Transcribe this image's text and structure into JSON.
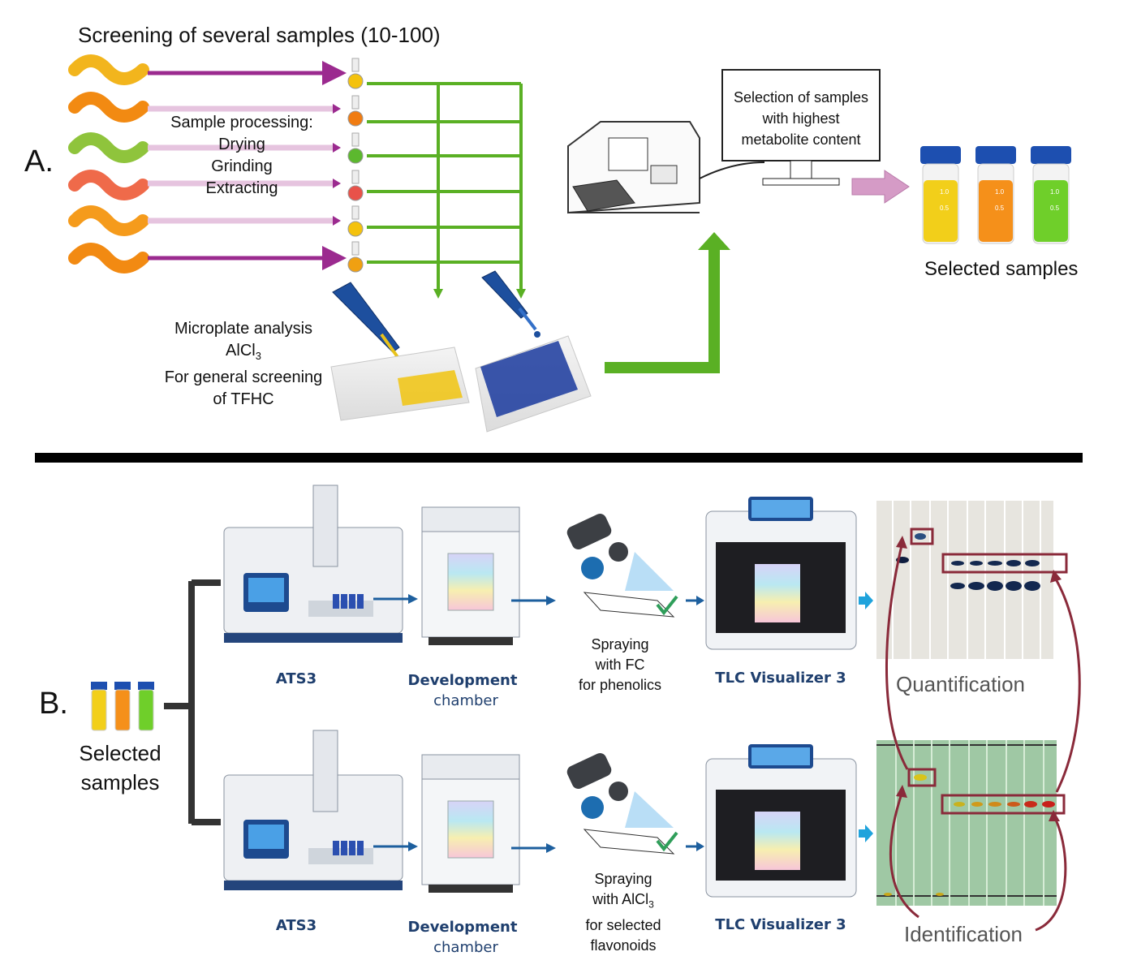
{
  "panelA": {
    "letter": "A.",
    "title": "Screening of several samples (10-100)",
    "processing": [
      "Sample processing:",
      "Drying",
      "Grinding",
      "Extracting"
    ],
    "microplate": {
      "line1": "Microplate analysis",
      "reagent_base": "AlCl",
      "reagent_sub": "3",
      "line3": "For general screening",
      "line4": "of TFHC"
    },
    "monitor": [
      "Selection of samples",
      "with highest",
      "metabolite content"
    ],
    "selected_samples": "Selected samples",
    "vial_marks": [
      "1.0",
      "0.5"
    ],
    "peel_colors": [
      "#f2b51d",
      "#f28a12",
      "#8fc43c",
      "#ef6a4a",
      "#f59b1c",
      "#f28a12"
    ],
    "flask_colors": [
      "#f4c20d",
      "#f07c12",
      "#5cb82e",
      "#e8524a",
      "#f4c20d",
      "#f0a012"
    ],
    "vial_colors": [
      "#f2cf1a",
      "#f5901a",
      "#6fcf2a"
    ],
    "colors": {
      "purple_arrow": "#9b2a8f",
      "pale_arrow": "#e6c4df",
      "green_line": "#5ab024",
      "maroon": "#8a2a3a",
      "blue_arrow": "#1d5f9e",
      "cyan_arrow": "#1fa3dc"
    }
  },
  "panelB": {
    "letter": "B.",
    "selected_samples": [
      "Selected",
      "samples"
    ],
    "rows": [
      {
        "instrument1": "ATS3",
        "chamber_bold": "Development",
        "chamber_sub": "chamber",
        "spray": [
          "Spraying",
          "with FC",
          "for phenolics"
        ],
        "visualizer": "TLC Visualizer 3",
        "result": "Quantification"
      },
      {
        "instrument1": "ATS3",
        "chamber_bold": "Development",
        "chamber_sub": "chamber",
        "spray_line1": "Spraying",
        "spray_line2_base": "with AlCl",
        "spray_line2_sub": "3",
        "spray_line3": "for selected",
        "spray_line4": "flavonoids",
        "visualizer": "TLC Visualizer 3",
        "result": "Identification"
      }
    ]
  }
}
